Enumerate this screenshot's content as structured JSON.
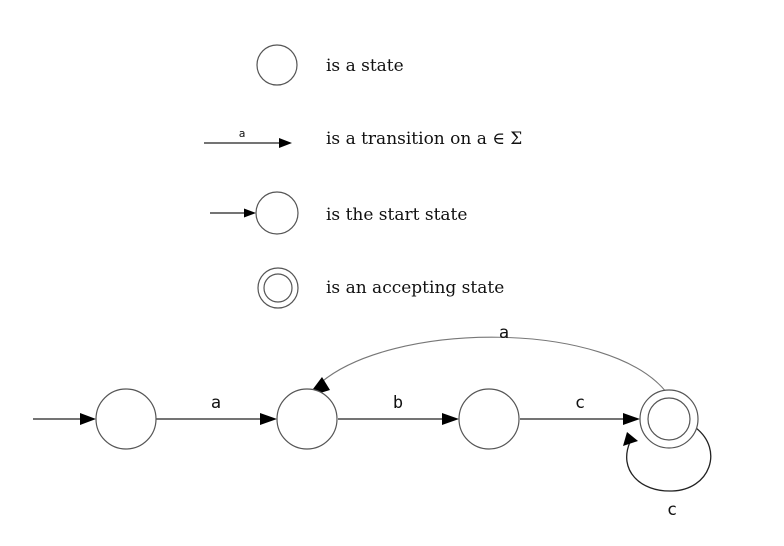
{
  "legend": {
    "state": "is a state",
    "transition_symbol": "a",
    "transition": "is a transition on a ∈ Σ",
    "start": "is the start state",
    "accepting": "is an accepting state"
  },
  "automaton": {
    "states": [
      "q0",
      "q1",
      "q2",
      "q3"
    ],
    "start": "q0",
    "accepting": [
      "q3"
    ],
    "transitions": [
      {
        "from": "q0",
        "to": "q1",
        "label": "a"
      },
      {
        "from": "q1",
        "to": "q2",
        "label": "b"
      },
      {
        "from": "q2",
        "to": "q3",
        "label": "c"
      },
      {
        "from": "q3",
        "to": "q1",
        "label": "a"
      },
      {
        "from": "q3",
        "to": "q3",
        "label": "c"
      }
    ]
  }
}
